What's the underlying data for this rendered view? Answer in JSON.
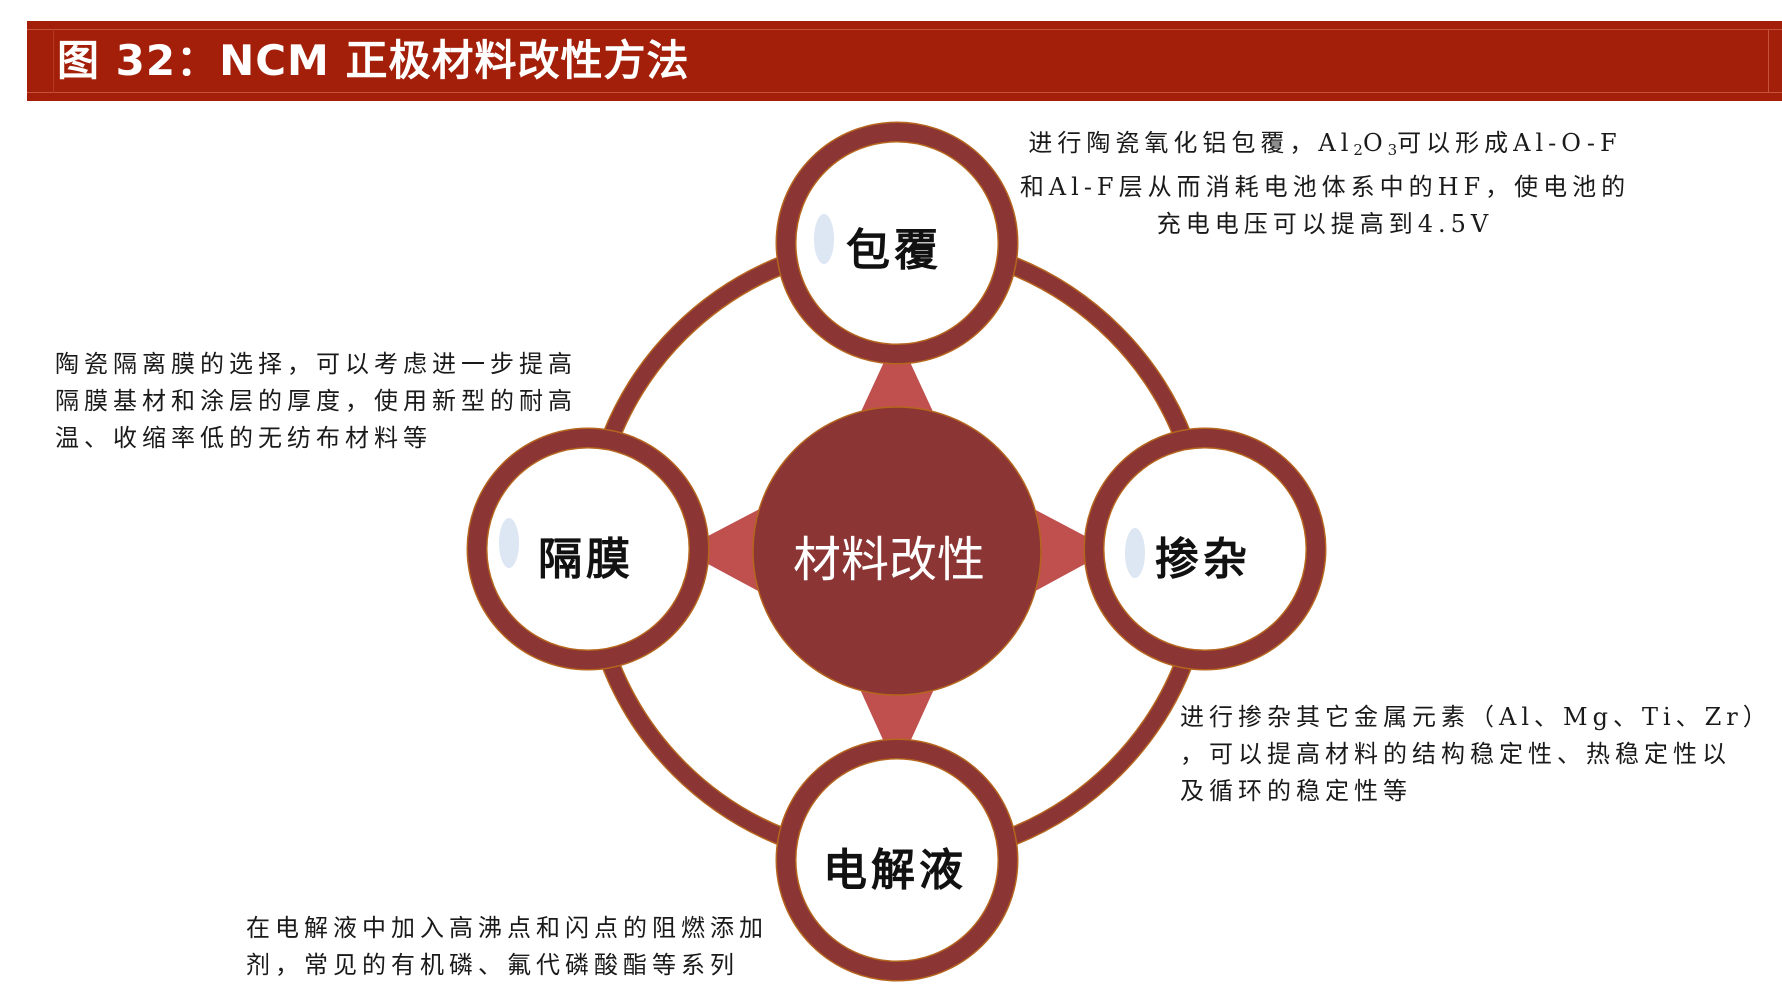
{
  "header": {
    "title": "图 32：NCM 正极材料改性方法",
    "color": "#a31f0a"
  },
  "diagram": {
    "colors": {
      "ring": "#8b3535",
      "ring_outline": "#b5651d",
      "star": "#c0504d",
      "center_fill": "#8b3535",
      "node_fill": "#ffffff",
      "highlight": "#dde6f3"
    },
    "center": {
      "label": "材料改性"
    },
    "nodes": {
      "top": {
        "label": "包覆"
      },
      "left": {
        "label": "隔膜"
      },
      "right": {
        "label": "掺杂"
      },
      "bottom": {
        "label": "电解液"
      }
    }
  },
  "notes": {
    "coating": {
      "line1_pre": "进行陶瓷氧化铝包覆，Al",
      "line1_sub1": "2",
      "line1_mid": "O",
      "line1_sub2": "3",
      "line1_post": "可以形成Al-O-F",
      "line2": "和Al-F层从而消耗电池体系中的HF，使电池的",
      "line3": "充电电压可以提高到4.5V"
    },
    "separator": {
      "line1": "陶瓷隔离膜的选择，可以考虑进一步提高",
      "line2": "隔膜基材和涂层的厚度，使用新型的耐高",
      "line3": "温、收缩率低的无纺布材料等"
    },
    "doping": {
      "line1": "进行掺杂其它金属元素（Al、Mg、Ti、Zr）",
      "line2": "，可以提高材料的结构稳定性、热稳定性以",
      "line3": "及循环的稳定性等"
    },
    "electrolyte": {
      "line1": "在电解液中加入高沸点和闪点的阻燃添加",
      "line2": "剂，常见的有机磷、氟代磷酸酯等系列"
    }
  }
}
